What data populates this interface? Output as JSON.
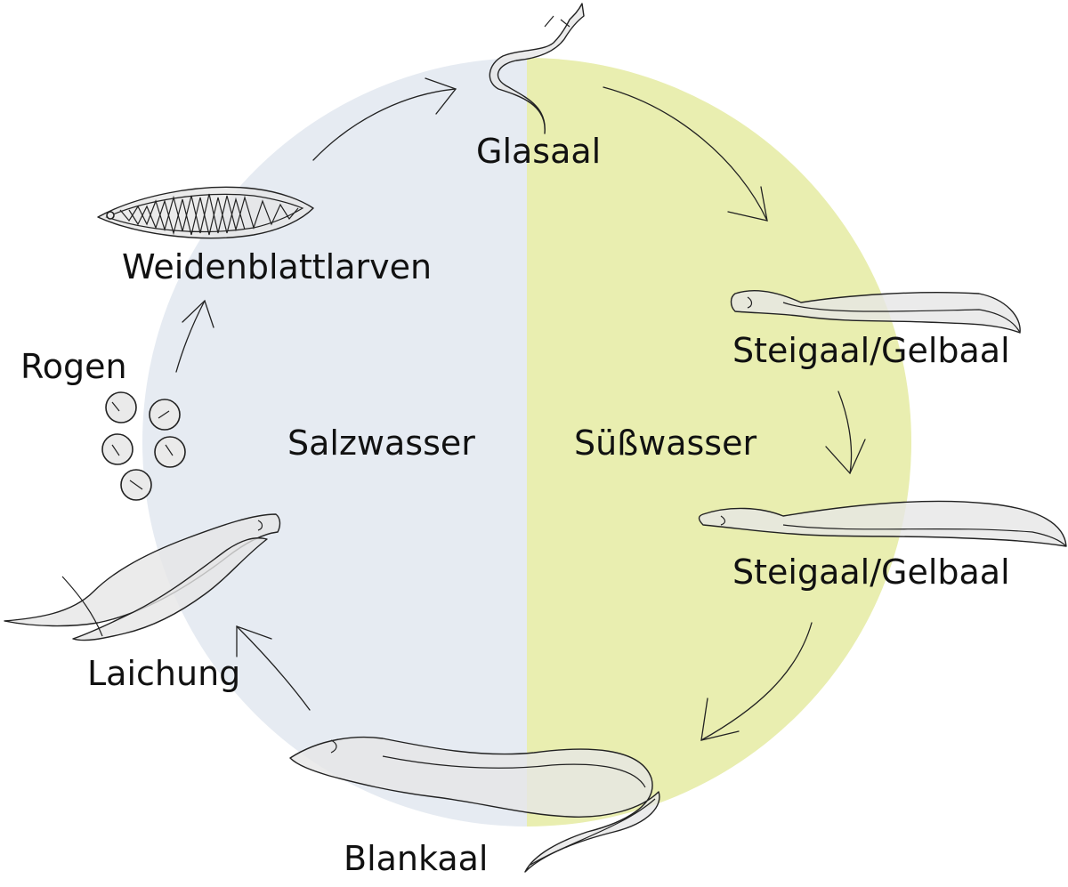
{
  "colors": {
    "salt_water": "#e6ebf2",
    "fresh_water": "#e9eeb0"
  },
  "labels": {
    "glasaal": "Glasaal",
    "weidenblattlarven": "Weidenblattlarven",
    "rogen": "Rogen",
    "steigaal_1": "Steigaal/Gelbaal",
    "steigaal_2": "Steigaal/Gelbaal",
    "salzwasser": "Salzwasser",
    "suesswasser": "Süßwasser",
    "laichung": "Laichung",
    "blankaal": "Blankaal"
  },
  "icons": {
    "glass_eel": "glass-eel-icon",
    "leptocephalus": "leptocephalus-larva-icon",
    "roe": "egg-icon",
    "elver": "yellow-eel-icon",
    "silver_eel": "silver-eel-icon",
    "spawning": "spawning-eels-icon"
  }
}
